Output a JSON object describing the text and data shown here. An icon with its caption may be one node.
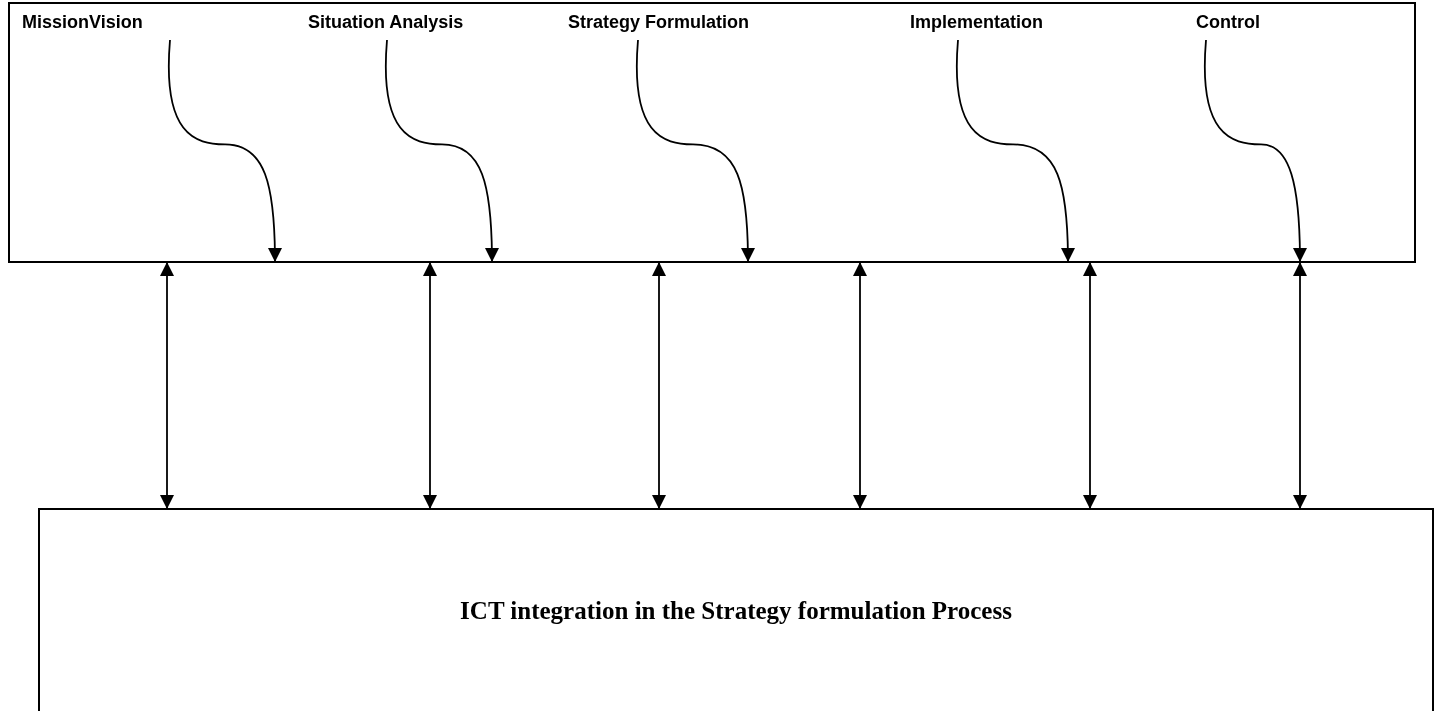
{
  "diagram": {
    "nodes": [
      {
        "text": [],
        "shape": "box"
      },
      {
        "text": [
          "MissionVision"
        ],
        "in": 0
      },
      {
        "text": [
          "Situation Analysis"
        ],
        "in": 0
      },
      {
        "text": [
          "Strategy Formulation"
        ],
        "in": 0
      },
      {
        "text": [
          "Implementation"
        ],
        "in": 0
      },
      {
        "text": [
          "Control"
        ],
        "in": 0
      },
      {
        "text": [
          "ICT integration in the Strategy formulation Process"
        ]
      }
    ],
    "edges": [
      {
        "from": 1,
        "to": 0,
        "arrow": "to"
      },
      {
        "from": 2,
        "to": 0,
        "arrow": "to"
      },
      {
        "from": 3,
        "to": 0,
        "arrow": "to"
      },
      {
        "from": 4,
        "to": 0,
        "arrow": "to"
      },
      {
        "from": 5,
        "to": 0,
        "arrow": "to"
      },
      {
        "from": 0,
        "to": 6,
        "arrow": "both"
      },
      {
        "from": 0,
        "to": 6,
        "arrow": "both"
      },
      {
        "from": 0,
        "to": 6,
        "arrow": "both"
      },
      {
        "from": 0,
        "to": 6,
        "arrow": "both"
      },
      {
        "from": 0,
        "to": 6,
        "arrow": "both"
      },
      {
        "from": 0,
        "to": 6,
        "arrow": "both"
      }
    ]
  }
}
